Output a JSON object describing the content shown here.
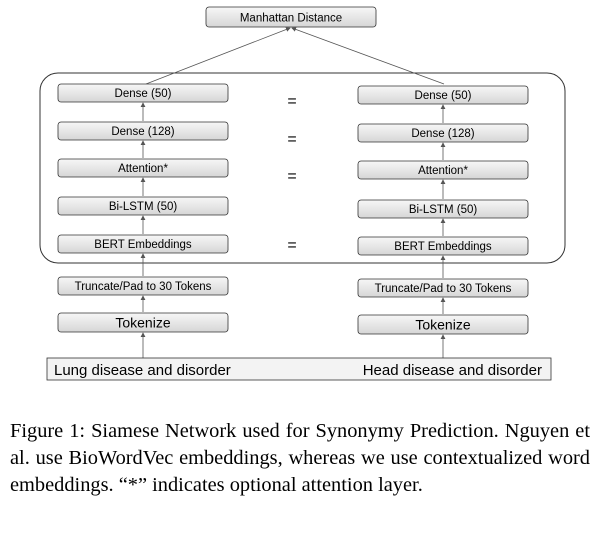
{
  "diagram": {
    "top": "Manhattan Distance",
    "left": {
      "dense50": "Dense (50)",
      "dense128": "Dense (128)",
      "attention": "Attention*",
      "bilstm": "Bi-LSTM (50)",
      "bert": "BERT Embeddings",
      "truncate": "Truncate/Pad to 30 Tokens",
      "tokenize": "Tokenize"
    },
    "right": {
      "dense50": "Dense (50)",
      "dense128": "Dense (128)",
      "attention": "Attention*",
      "bilstm": "Bi-LSTM (50)",
      "bert": "BERT Embeddings",
      "truncate": "Truncate/Pad to 30 Tokens",
      "tokenize": "Tokenize"
    },
    "equals": [
      "=",
      "=",
      "=",
      "="
    ],
    "input_left": "Lung disease and disorder",
    "input_right": "Head disease and disorder"
  },
  "caption": "Figure 1: Siamese Network used for Synonymy Prediction. Nguyen et al. use BioWordVec embeddings, whereas we use contextualized word embeddings. “*” indicates optional attention layer."
}
